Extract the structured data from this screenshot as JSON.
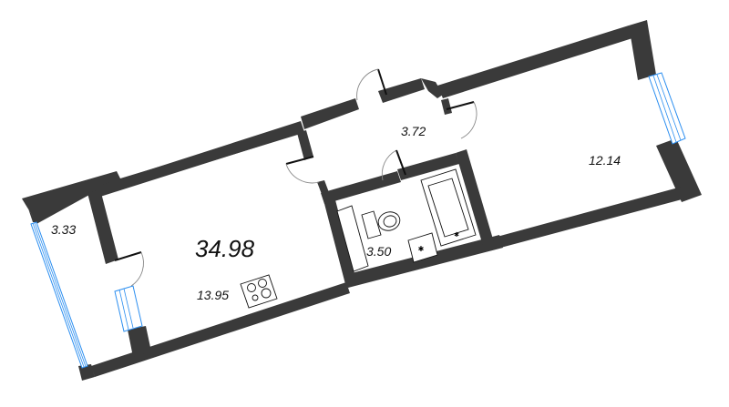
{
  "plan": {
    "total_area": "34.98",
    "rooms": [
      {
        "id": "balcony",
        "area": "3.33"
      },
      {
        "id": "kitchen-living",
        "area": "13.95"
      },
      {
        "id": "hallway",
        "area": "3.72"
      },
      {
        "id": "bathroom",
        "area": "3.50"
      },
      {
        "id": "bedroom",
        "area": "12.14"
      }
    ]
  },
  "colors": {
    "wall": "#3a3a3a",
    "window": "#2b8ef0",
    "background": "#ffffff"
  }
}
